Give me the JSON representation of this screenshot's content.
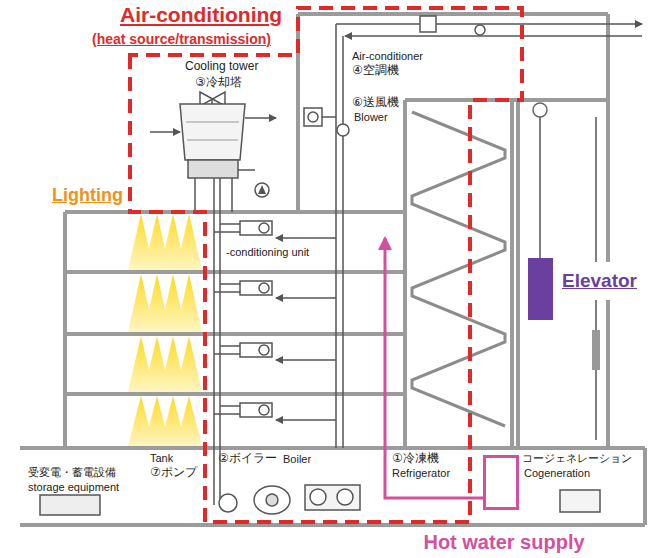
{
  "diagram": {
    "nodes": [
      {
        "text": [
          "Air-conditioning",
          "(heat source/transmission)"
        ]
      },
      {
        "text": [
          "Elevator"
        ]
      },
      {
        "text": [
          "Hot water supply"
        ]
      }
    ],
    "labels": [
      "Cooling tower",
      "③冷却塔",
      "Air-conditioner",
      "④空調機",
      "⑥送風機",
      "Blower",
      "Lighting",
      "-conditioning unit",
      "②ボイラー",
      "Boiler",
      "Tank",
      "⑦ポンプ",
      "①冷凍機",
      "Refrigerator",
      "コージェネレーション",
      "Cogeneration",
      "受変電・蓄電設備",
      "storage equipment"
    ]
  }
}
